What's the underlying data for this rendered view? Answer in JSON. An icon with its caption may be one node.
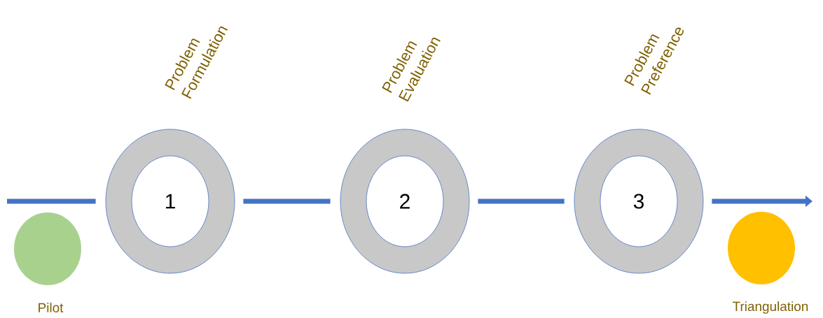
{
  "diagram": {
    "nodes": [
      {
        "text": [],
        "shape": "circle",
        "beside": [
          "Pilot"
        ]
      },
      {
        "text": [
          "1"
        ],
        "beside": [
          "Problem Formulation"
        ]
      },
      {
        "text": [
          "2"
        ],
        "beside": [
          "Problem Evaluation"
        ]
      },
      {
        "text": [
          "3"
        ],
        "beside": [
          "Problem Preference"
        ]
      },
      {
        "text": [],
        "shape": "circle",
        "beside": [
          "Triangulation"
        ]
      }
    ],
    "edges": [
      {
        "from": null,
        "to": 1,
        "arrow": "none"
      },
      {
        "from": 1,
        "to": 2,
        "arrow": "none"
      },
      {
        "from": 2,
        "to": 3,
        "arrow": "none"
      },
      {
        "from": 3,
        "to": null,
        "arrow": "to"
      }
    ]
  }
}
